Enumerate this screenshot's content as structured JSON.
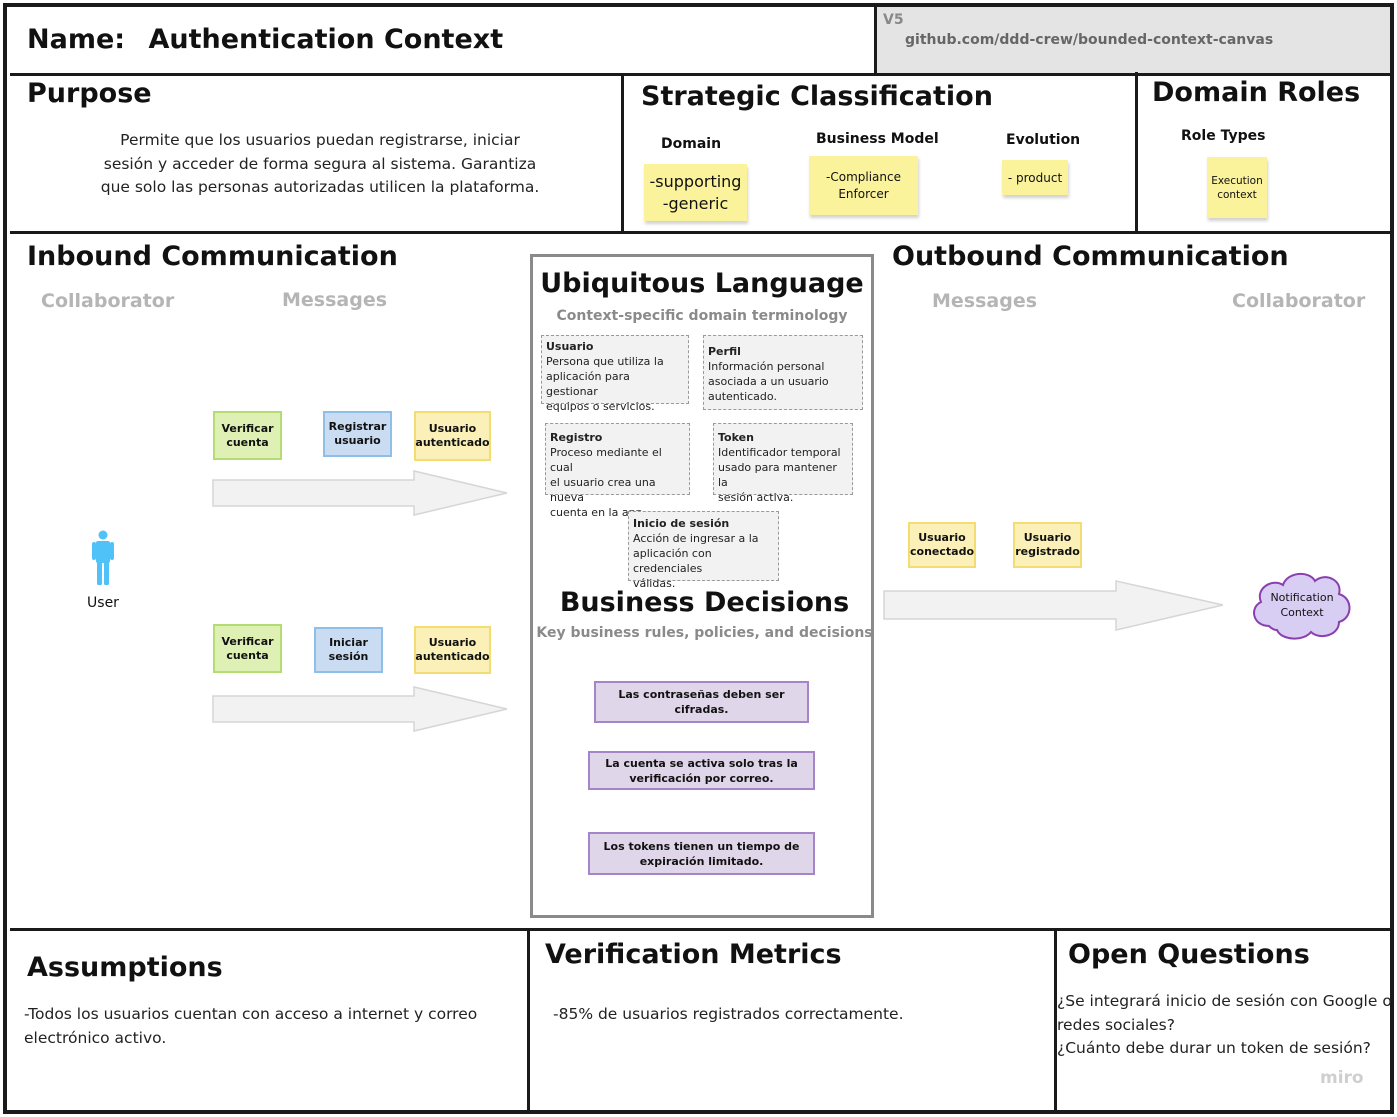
{
  "header": {
    "name_label": "Name:",
    "name_value": "Authentication Context",
    "version": "V5",
    "source": "github.com/ddd-crew/bounded-context-canvas"
  },
  "purpose": {
    "title": "Purpose",
    "lines": [
      "Permite que los usuarios puedan registrarse, iniciar",
      "sesión y acceder de forma segura al sistema. Garantiza",
      "que solo las personas autorizadas utilicen la plataforma."
    ]
  },
  "strategic": {
    "title": "Strategic Classification",
    "domain_label": "Domain",
    "domain_lines": [
      "-supporting",
      "-generic"
    ],
    "business_model_label": "Business Model",
    "business_model_lines": [
      "-Compliance",
      "Enforcer"
    ],
    "evolution_label": "Evolution",
    "evolution_value": "- product"
  },
  "domain_roles": {
    "title": "Domain Roles",
    "role_types_label": "Role Types",
    "role_lines": [
      "Execution",
      "context"
    ]
  },
  "inbound": {
    "title": "Inbound Communication",
    "collaborator_label": "Collaborator",
    "messages_label": "Messages",
    "collaborator_name": "User",
    "flow1": [
      {
        "lines": [
          "Verificar",
          "cuenta"
        ]
      },
      {
        "lines": [
          "Registrar",
          "usuario"
        ]
      },
      {
        "lines": [
          "Usuario",
          "autenticado"
        ]
      }
    ],
    "flow2": [
      {
        "lines": [
          "Verificar",
          "cuenta"
        ]
      },
      {
        "lines": [
          "Iniciar",
          "sesión"
        ]
      },
      {
        "lines": [
          "Usuario",
          "autenticado"
        ]
      }
    ]
  },
  "ubiquitous": {
    "title": "Ubiquitous Language",
    "subtitle": "Context-specific domain terminology",
    "terms": [
      {
        "name": "Usuario",
        "lines": [
          "Persona que utiliza la",
          "aplicación para gestionar",
          "equipos o servicios."
        ]
      },
      {
        "name": "Perfil",
        "lines": [
          "Información personal",
          "asociada a un usuario",
          "autenticado."
        ]
      },
      {
        "name": "Registro",
        "lines": [
          "Proceso mediante el cual",
          "el usuario crea una nueva",
          "cuenta en la app."
        ]
      },
      {
        "name": "Token",
        "lines": [
          "Identificador temporal",
          "usado para mantener la",
          "sesión activa."
        ]
      },
      {
        "name": "Inicio de sesión",
        "lines": [
          "Acción de ingresar a la",
          "aplicación con credenciales",
          "válidas."
        ]
      }
    ]
  },
  "business_decisions": {
    "title": "Business Decisions",
    "subtitle": "Key business rules, policies, and decisions",
    "rules": [
      {
        "lines": [
          "Las contraseñas deben ser cifradas."
        ]
      },
      {
        "lines": [
          "La cuenta se activa solo tras la",
          "verificación por correo."
        ]
      },
      {
        "lines": [
          "Los tokens tienen un tiempo de",
          "expiración limitado."
        ]
      }
    ]
  },
  "outbound": {
    "title": "Outbound Communication",
    "messages_label": "Messages",
    "collaborator_label": "Collaborator",
    "messages": [
      {
        "lines": [
          "Usuario",
          "conectado"
        ]
      },
      {
        "lines": [
          "Usuario",
          "registrado"
        ]
      }
    ],
    "collaborator_lines": [
      "Notification",
      "Context"
    ]
  },
  "assumptions": {
    "title": "Assumptions",
    "lines": [
      "-Todos los usuarios cuentan con acceso a internet y correo",
      "electrónico activo."
    ]
  },
  "verification": {
    "title": "Verification Metrics",
    "text": "-85% de usuarios registrados correctamente."
  },
  "open_questions": {
    "title": "Open Questions",
    "lines": [
      "¿Se integrará inicio de sesión con Google o",
      "redes sociales?",
      "¿Cuánto debe durar un token de sesión?"
    ]
  },
  "watermark": "miro",
  "colors": {
    "sticky_yellow": "#faf39b",
    "msg_green": "#dff0b5",
    "msg_blue": "#c9dcf2",
    "msg_yellow": "#fbf0b8",
    "rule_purple": "#e0d6ea",
    "cloud_purple": "#d8cdf2",
    "user_icon": "#4fc3f7"
  }
}
